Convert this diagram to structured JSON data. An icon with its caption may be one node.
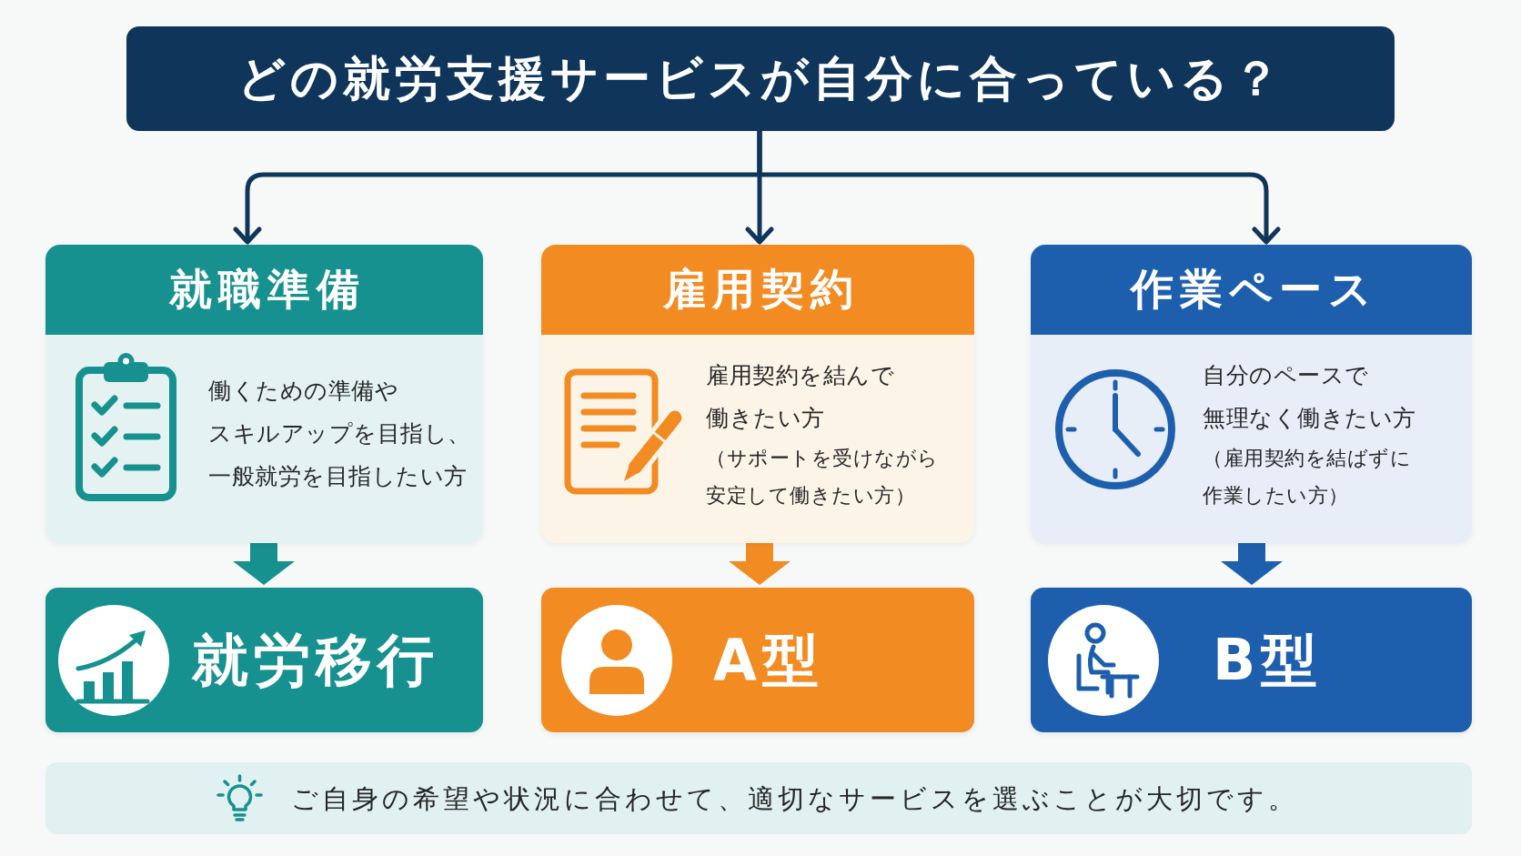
{
  "diagram": {
    "nodes": [
      {
        "text": [
          "どの就労支援サービスが自分に合っている？"
        ]
      },
      {
        "text": [
          "就職準備",
          "働くための準備やスキルアップを目指し、一般就労を目指したい方"
        ]
      },
      {
        "text": [
          "雇用契約",
          "雇用契約を結んで働きたい方",
          "（サポートを受けながら安定して働きたい方）"
        ]
      },
      {
        "text": [
          "作業ペース",
          "自分のペースで無理なく働きたい方",
          "（雇用契約を結ばずに作業したい方）"
        ]
      },
      {
        "text": [
          "就労移行"
        ]
      },
      {
        "text": [
          "A型"
        ]
      },
      {
        "text": [
          "B型"
        ]
      },
      {
        "text": [
          "ご自身の希望や状況に合わせて、適切なサービスを選ぶことが大切です。"
        ]
      }
    ],
    "edges": [
      {
        "from": 0,
        "to": 1,
        "arrow": "to"
      },
      {
        "from": 0,
        "to": 2,
        "arrow": "to"
      },
      {
        "from": 0,
        "to": 3,
        "arrow": "to"
      },
      {
        "from": 1,
        "to": 4,
        "arrow": "to",
        "style": "thick",
        "color": "#16918f"
      },
      {
        "from": 2,
        "to": 5,
        "arrow": "to",
        "style": "thick",
        "color": "#f28c22"
      },
      {
        "from": 3,
        "to": 6,
        "arrow": "to",
        "style": "thick",
        "color": "#1e5fad"
      }
    ]
  }
}
